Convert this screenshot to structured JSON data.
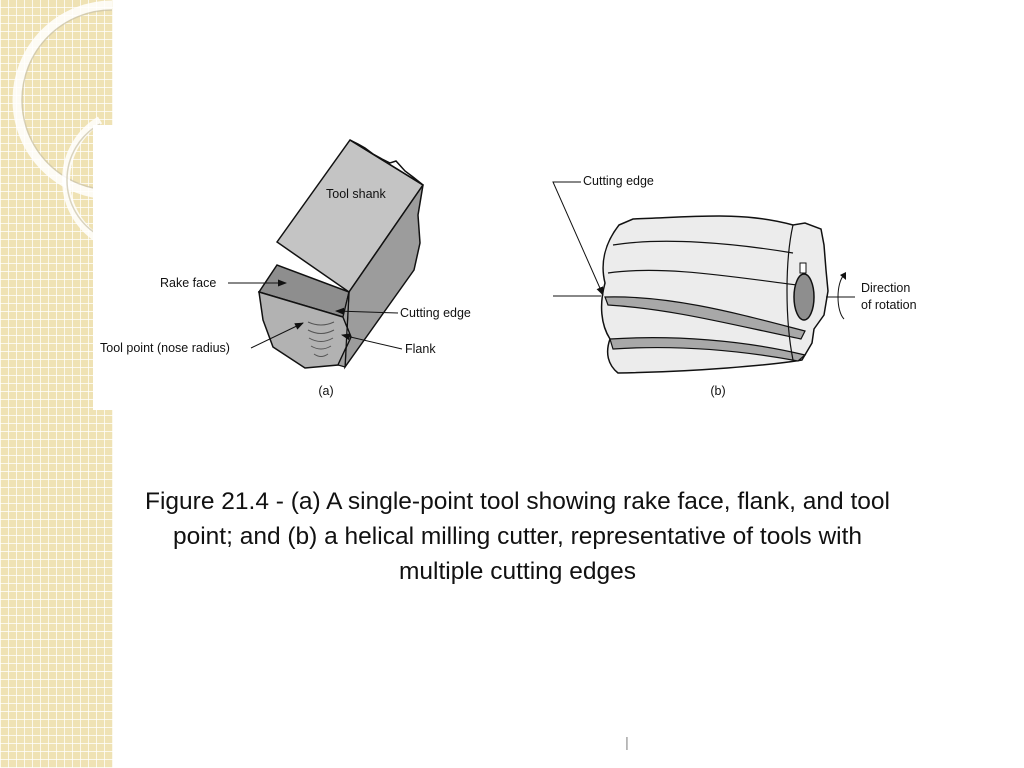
{
  "figure_a": {
    "labels": {
      "tool_shank": "Tool shank",
      "rake_face": "Rake face",
      "cutting_edge": "Cutting edge",
      "tool_point": "Tool point (nose radius)",
      "flank": "Flank"
    },
    "caption": "(a)"
  },
  "figure_b": {
    "labels": {
      "cutting_edge": "Cutting edge",
      "direction_line1": "Direction",
      "direction_line2": "of rotation"
    },
    "caption": "(b)"
  },
  "caption_lines": [
    "Figure 21.4 - (a) A single-point tool showing rake face, flank, and tool",
    "point; and (b) a helical milling cutter, representative of tools with",
    "multiple cutting edges"
  ],
  "slide_number": "|",
  "colors": {
    "sidebar": "#efe2b4",
    "drawing_fill": "#bdbdbd",
    "drawing_fill_light": "#ececec",
    "drawing_fill_dark": "#a2a2a2",
    "outline": "#111111"
  }
}
